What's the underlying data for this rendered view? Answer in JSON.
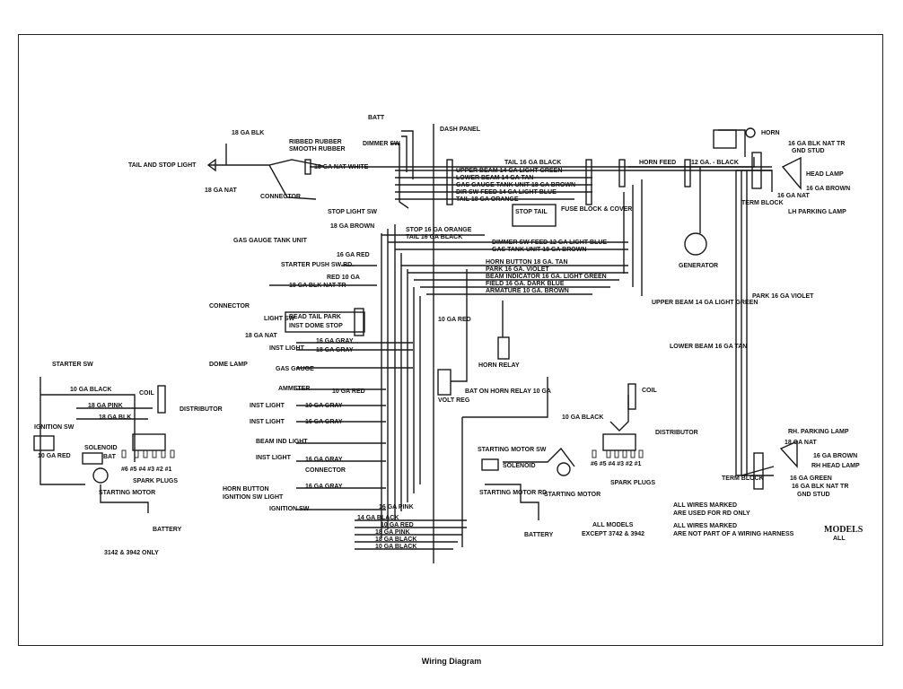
{
  "caption": "Wiring Diagram",
  "labels": {
    "batt": "BATT",
    "dash_panel": "DASH PANEL",
    "dimmer_sw": "DIMMER SW",
    "horn": "HORN",
    "ga18_blk_a": "18 GA BLK",
    "ribbed_rubber": "RIBBED RUBBER",
    "smooth_rubber": "SMOOTH RUBBER",
    "tail_stop_light": "TAIL AND STOP LIGHT",
    "ga18_nat_white": "18 GA NAT WHITE",
    "ga18_nat_a": "18 GA NAT",
    "connector_a": "CONNECTOR",
    "tail_black": "TAIL 16 GA BLACK",
    "upper_beam_green": "UPPER BEAM 14 GA LIGHT GREEN",
    "lower_beam_tan": "LOWER BEAM 14 GA TAN",
    "gas_gauge_brown": "GAS GAUGE TANK UNIT 18 GA BROWN",
    "dir_sw_feed": "DIR SW FEED 14 GA LIGHT BLUE",
    "tail_orange": "TAIL 18 GA ORANGE",
    "horn_feed": "HORN FEED",
    "ga12_black": "12 GA. - BLACK",
    "ga16_blk_nat_tr": "16 GA BLK NAT TR",
    "gnd_stud_a": "GND STUD",
    "head_lamp": "HEAD LAMP",
    "ga16_brown": "16 GA BROWN",
    "ga16_nat": "16 GA NAT",
    "term_block_a": "TERM BLOCK",
    "lh_parking_lamp": "LH PARKING LAMP",
    "stop_light_sw": "STOP LIGHT SW",
    "stop_tail": "STOP TAIL",
    "fuse_block": "FUSE BLOCK & COVER",
    "ga18_brown": "18 GA BROWN",
    "gas_gauge_tank_unit": "GAS GAUGE TANK UNIT",
    "stop_orange": "STOP 16 GA ORANGE",
    "tail_black2": "TAIL 16 GA BLACK",
    "dimmer_feed": "DIMMER SW FEED 12 GA LIGHT BLUE",
    "gas_tank_unit": "GAS TANK UNIT 18 GA BROWN",
    "generator": "GENERATOR",
    "starter_push": "STARTER PUSH SW RD.",
    "ga16_red": "16 GA RED",
    "red_10ga": "RED 10 GA",
    "ga18_blk_nat_tr": "18 GA BLK NAT TR",
    "horn_button_tan": "HORN BUTTON 18 GA. TAN",
    "park_violet": "PARK 16 GA. VIOLET",
    "beam_indicator": "BEAM INDICATOR 16 GA. LIGHT GREEN",
    "field_dark_blue": "FIELD 16 GA. DARK BLUE",
    "armature_brown": "ARMATURE 10 GA. BROWN",
    "upper_beam_right": "UPPER BEAM 14 GA LIGHT GREEN",
    "park_violet_right": "PARK 16 GA VIOLET",
    "connector_b": "CONNECTOR",
    "light_sw": "LIGHT SW",
    "ga18_nat_b": "18 GA NAT",
    "bead_tail_park": "BEAD TAIL PARK",
    "inst_dome_stop": "INST DOME STOP",
    "ga10_red": "10 GA RED",
    "lower_beam_right": "LOWER BEAM 16 GA TAN",
    "inst_light_a": "INST LIGHT",
    "ga16_gray_a": "16 GA GRAY",
    "ga18_gray": "18 GA GRAY",
    "dome_lamp": "DOME LAMP",
    "gas_gauge": "GAS GAUGE",
    "horn_relay": "HORN RELAY",
    "bat_on_horn_relay": "BAT ON HORN RELAY 10 GA",
    "volt_reg": "VOLT REG",
    "starter_sw": "STARTER SW",
    "ga10_black_a": "10 GA BLACK",
    "coil_a": "COIL",
    "ammeter": "AMMETER",
    "ga10_red_b": "10 GA RED",
    "ga18_pink": "18 GA PINK",
    "ga18_blk_b": "18 GA BLK",
    "distributor_a": "DISTRIBUTOR",
    "ignition_sw_a": "IGNITION SW",
    "ga10_red_c": "10 GA RED",
    "solenoid_a": "SOLENOID",
    "bat": "BAT",
    "spark_plugs_a": "SPARK PLUGS",
    "starting_motor_a": "STARTING MOTOR",
    "battery_a": "BATTERY",
    "models_3142": "3142 & 3942 ONLY",
    "inst_light_b": "INST LIGHT",
    "ga10_gray": "10 GA GRAY",
    "inst_light_c": "INST LIGHT",
    "ga16_gray_b": "16 GA GRAY",
    "beam_ind_light": "BEAM IND LIGHT",
    "inst_light_d": "INST LIGHT",
    "ga16_gray_c": "16 GA GRAY",
    "connector_c": "CONNECTOR",
    "horn_button": "HORN BUTTON",
    "ignition_sw_light": "IGNITION SW LIGHT",
    "ga16_gray_d": "16 GA GRAY",
    "ignition_sw_b": "IGNITION SW",
    "ga16_pink": "16 GA PINK",
    "ga14_black": "14 GA BLACK",
    "ga10_red_d": "10 GA RED",
    "ga18_pink_b": "18 GA PINK",
    "ga18_black": "18 GA BLACK",
    "ga10_black_b": "10 GA BLACK",
    "starting_motor_sw": "STARTING MOTOR SW",
    "solenoid_b": "SOLENOID",
    "starting_motor_rd": "STARTING MOTOR RD",
    "starting_motor_b": "STARTING MOTOR",
    "battery_b": "BATTERY",
    "coil_b": "COIL",
    "ga10_black_c": "10 GA BLACK",
    "distributor_b": "DISTRIBUTOR",
    "spark_plugs_b": "SPARK PLUGS",
    "all_models": "ALL MODELS",
    "except_models": "EXCEPT 3742 & 3942",
    "all_wires_rd": "ALL WIRES MARKED",
    "used_rd_only": "ARE USED FOR RD ONLY",
    "all_wires_harness": "ALL WIRES MARKED",
    "not_part_harness": "ARE NOT PART OF A WIRING HARNESS",
    "models": "MODELS",
    "all": "ALL",
    "rh_parking_lamp": "RH. PARKING LAMP",
    "ga18_nat_c": "18 GA NAT",
    "ga16_brown_b": "16 GA BROWN",
    "rh_head_lamp": "RH HEAD LAMP",
    "term_block_b": "TERM BLOCK",
    "ga16_green": "16 GA GREEN",
    "ga16_blk_nat_tr_b": "16 GA BLK NAT TR",
    "gnd_stud_b": "GND STUD",
    "plug_nums_a": "#6 #5 #4 #3 #2 #1",
    "plug_nums_b": "#6 #5 #4 #3 #2 #1"
  }
}
